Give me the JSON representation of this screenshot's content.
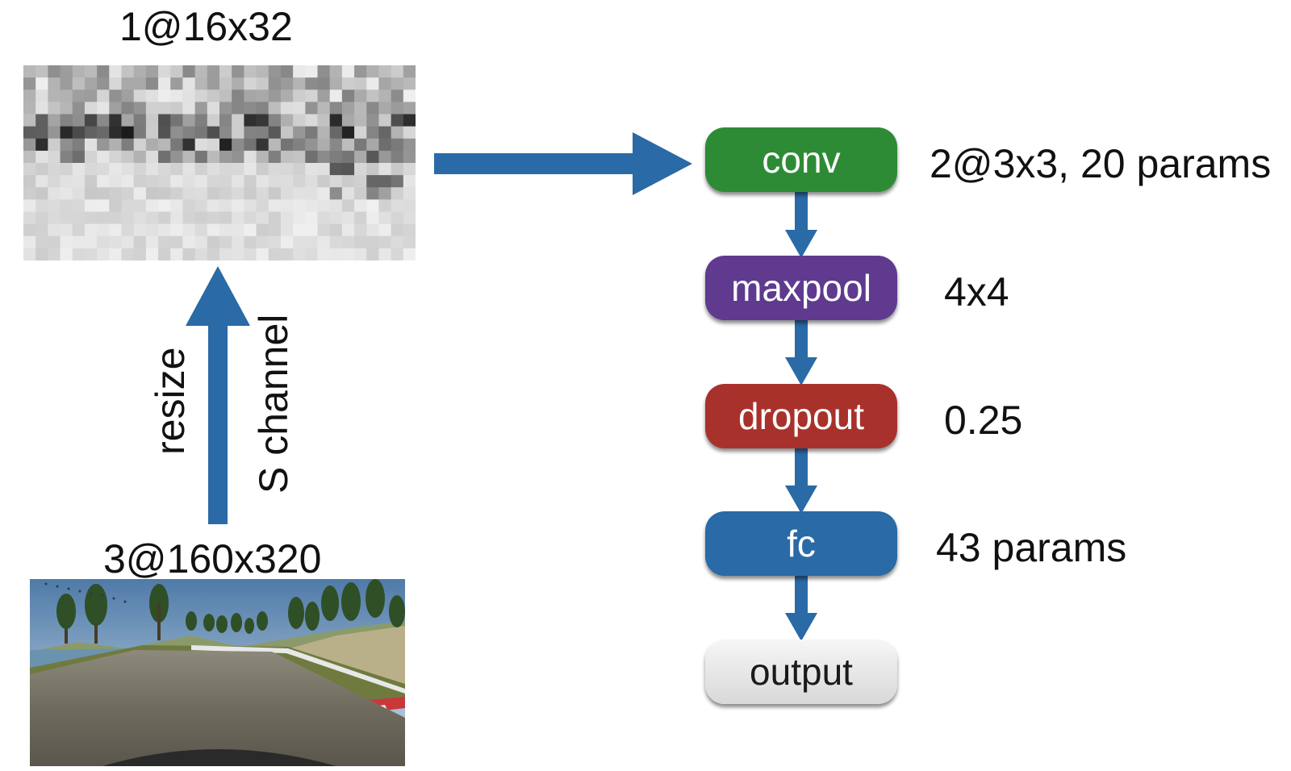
{
  "input": {
    "label": "3@160x320"
  },
  "resized": {
    "label": "1@16x32"
  },
  "transform": {
    "label_1": "resize",
    "label_2": "S channel"
  },
  "network": {
    "layers": [
      {
        "name": "conv",
        "detail": "2@3x3, 20 params",
        "color": "#2e8b35"
      },
      {
        "name": "maxpool",
        "detail": "4x4",
        "color": "#5f3a8f"
      },
      {
        "name": "dropout",
        "detail": "0.25",
        "color": "#a8322b"
      },
      {
        "name": "fc",
        "detail": "43 params",
        "color": "#2a6aa6"
      },
      {
        "name": "output",
        "detail": "",
        "color": "#e4e4e4"
      }
    ]
  },
  "colors": {
    "arrow": "#2a6aa6"
  }
}
